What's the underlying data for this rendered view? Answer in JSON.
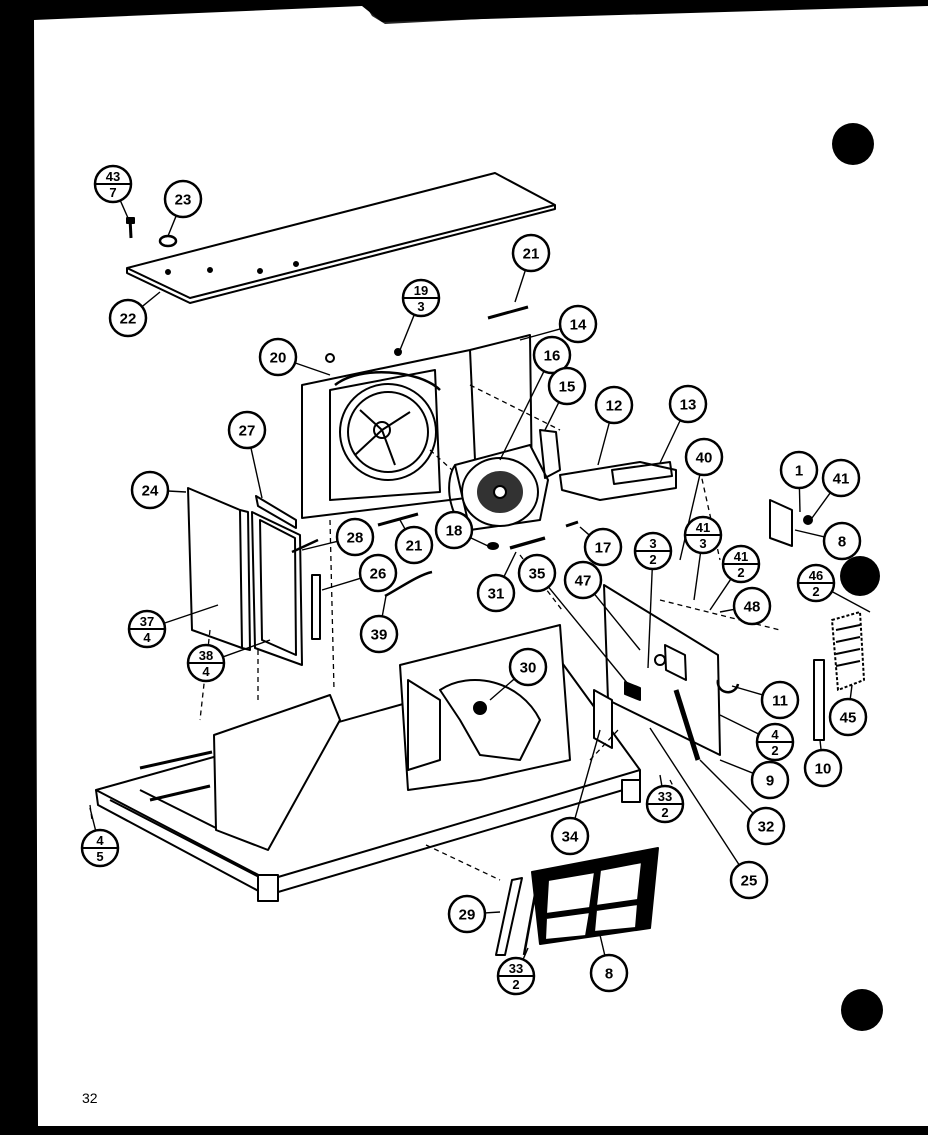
{
  "page": {
    "number": "32"
  },
  "colors": {
    "paper": "#ffffff",
    "ink": "#000000",
    "background": "#000000"
  },
  "callouts": [
    {
      "id": "c43_7",
      "top": "43",
      "bottom": "7"
    },
    {
      "id": "c23",
      "label": "23"
    },
    {
      "id": "c22",
      "label": "22"
    },
    {
      "id": "c21a",
      "label": "21"
    },
    {
      "id": "c19_3",
      "top": "19",
      "bottom": "3"
    },
    {
      "id": "c14",
      "label": "14"
    },
    {
      "id": "c20",
      "label": "20"
    },
    {
      "id": "c16",
      "label": "16"
    },
    {
      "id": "c15",
      "label": "15"
    },
    {
      "id": "c12",
      "label": "12"
    },
    {
      "id": "c13",
      "label": "13"
    },
    {
      "id": "c40",
      "label": "40"
    },
    {
      "id": "c1",
      "label": "1"
    },
    {
      "id": "c41",
      "label": "41"
    },
    {
      "id": "c8a",
      "label": "8"
    },
    {
      "id": "c27",
      "label": "27"
    },
    {
      "id": "c24",
      "label": "24"
    },
    {
      "id": "c28",
      "label": "28"
    },
    {
      "id": "c21b",
      "label": "21"
    },
    {
      "id": "c18",
      "label": "18"
    },
    {
      "id": "c17",
      "label": "17"
    },
    {
      "id": "c3_2",
      "top": "3",
      "bottom": "2"
    },
    {
      "id": "c41_3",
      "top": "41",
      "bottom": "3"
    },
    {
      "id": "c41_2",
      "top": "41",
      "bottom": "2"
    },
    {
      "id": "c46_2",
      "top": "46",
      "bottom": "2"
    },
    {
      "id": "c26",
      "label": "26"
    },
    {
      "id": "c31",
      "label": "31"
    },
    {
      "id": "c35",
      "label": "35"
    },
    {
      "id": "c47",
      "label": "47"
    },
    {
      "id": "c48",
      "label": "48"
    },
    {
      "id": "c37_4",
      "top": "37",
      "bottom": "4"
    },
    {
      "id": "c39",
      "label": "39"
    },
    {
      "id": "c38_4",
      "top": "38",
      "bottom": "4"
    },
    {
      "id": "c30",
      "label": "30"
    },
    {
      "id": "c11",
      "label": "11"
    },
    {
      "id": "c4_2",
      "top": "4",
      "bottom": "2"
    },
    {
      "id": "c45",
      "label": "45"
    },
    {
      "id": "c9",
      "label": "9"
    },
    {
      "id": "c10",
      "label": "10"
    },
    {
      "id": "c33_2a",
      "top": "33",
      "bottom": "2"
    },
    {
      "id": "c32",
      "label": "32"
    },
    {
      "id": "c4_5",
      "top": "4",
      "bottom": "5"
    },
    {
      "id": "c34",
      "label": "34"
    },
    {
      "id": "c25",
      "label": "25"
    },
    {
      "id": "c29",
      "label": "29"
    },
    {
      "id": "c33_2b",
      "top": "33",
      "bottom": "2"
    },
    {
      "id": "c8b",
      "label": "8"
    }
  ]
}
